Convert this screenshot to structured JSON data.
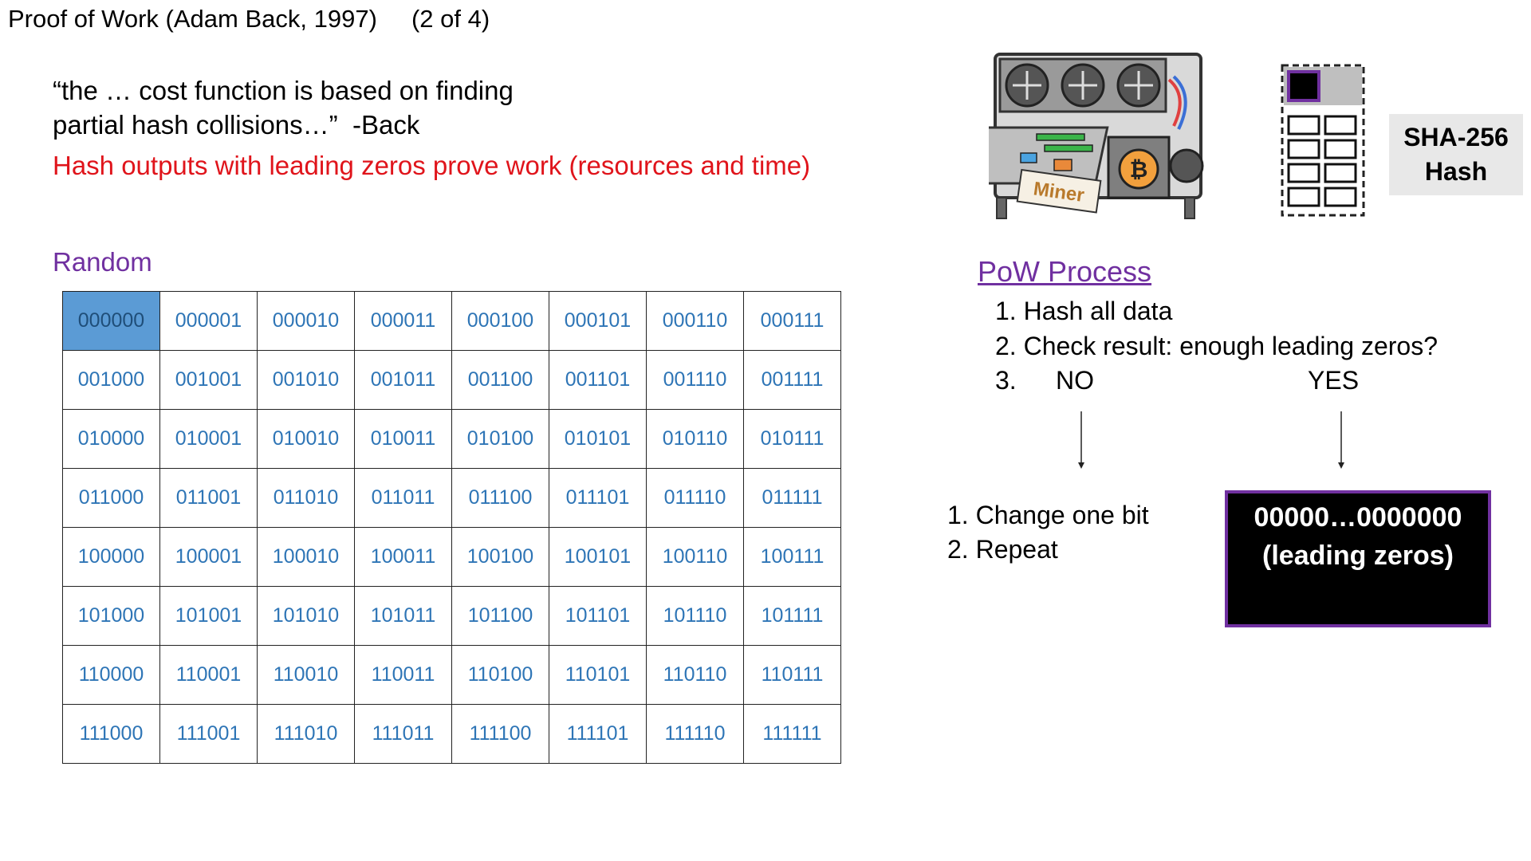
{
  "slide": {
    "title": "Proof of Work (Adam Back, 1997)     (2 of 4)",
    "quote_lines": [
      "“the … cost function is based on finding",
      "partial hash collisions…”  -Back"
    ],
    "claim": "Hash outputs with leading zeros prove work (resources and time)",
    "random_label": "Random"
  },
  "table": {
    "highlighted": "000000",
    "rows": [
      [
        "000000",
        "000001",
        "000010",
        "000011",
        "000100",
        "000101",
        "000110",
        "000111"
      ],
      [
        "001000",
        "001001",
        "001010",
        "001011",
        "001100",
        "001101",
        "001110",
        "001111"
      ],
      [
        "010000",
        "010001",
        "010010",
        "010011",
        "010100",
        "010101",
        "010110",
        "010111"
      ],
      [
        "011000",
        "011001",
        "011010",
        "011011",
        "011100",
        "011101",
        "011110",
        "011111"
      ],
      [
        "100000",
        "100001",
        "100010",
        "100011",
        "100100",
        "100101",
        "100110",
        "100111"
      ],
      [
        "101000",
        "101001",
        "101010",
        "101011",
        "101100",
        "101101",
        "101110",
        "101111"
      ],
      [
        "110000",
        "110001",
        "110010",
        "110011",
        "110100",
        "110101",
        "110110",
        "110111"
      ],
      [
        "111000",
        "111001",
        "111010",
        "111011",
        "111100",
        "111101",
        "111110",
        "111111"
      ]
    ]
  },
  "illustrations": {
    "miner_label": "Miner",
    "miner_icon": "mining-rig-icon",
    "chip_icon": "hash-chip-icon",
    "sha_lines": [
      "SHA-256",
      "Hash"
    ]
  },
  "pow": {
    "title": "PoW Process",
    "step1": "1. Hash all data",
    "step2": "2. Check result: enough leading zeros?",
    "step3_num": "3.",
    "no_label": "NO",
    "yes_label": "YES",
    "no_steps": [
      "1. Change one bit",
      "2. Repeat"
    ],
    "result_lines": [
      "00000…0000000",
      "(leading zeros)"
    ]
  },
  "colors": {
    "claim": "#e0141b",
    "accent_purple": "#7030a0",
    "cell_text": "#2e75b6",
    "cell_highlight": "#5b9bd5"
  }
}
